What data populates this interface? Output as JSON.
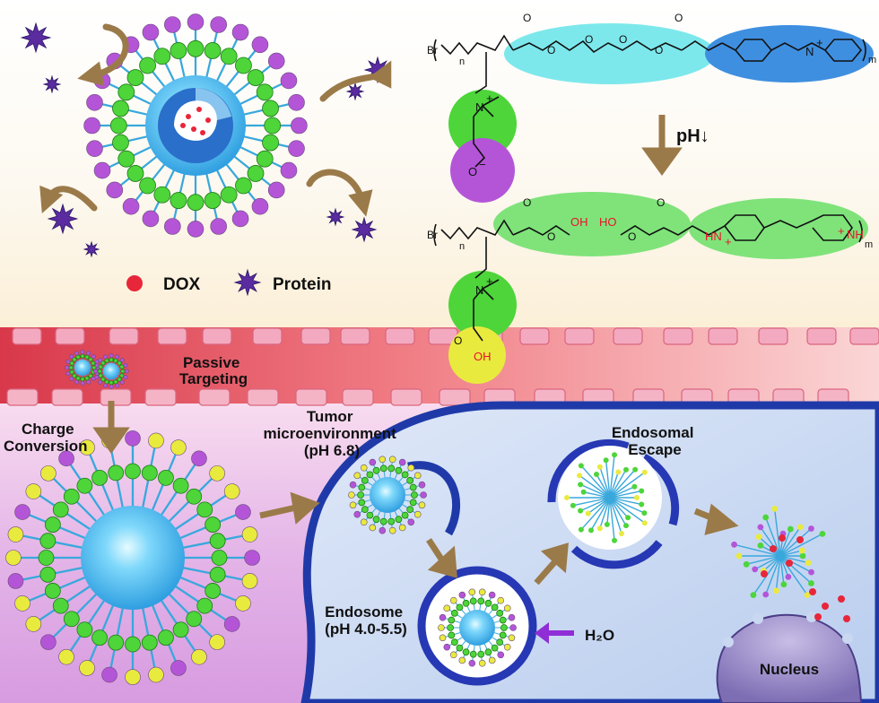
{
  "legend": {
    "dox_label": "DOX",
    "protein_label": "Protein",
    "dox_color": "#e8263a",
    "protein_color": "#5a2ca0"
  },
  "labels": {
    "passive_targeting": [
      "Passive",
      "Targeting"
    ],
    "charge_conversion": [
      "Charge",
      "Conversion"
    ],
    "tumor_microenvironment": [
      "Tumor",
      "microenvironment",
      "(pH 6.8)"
    ],
    "endosomal_escape": [
      "Endosomal",
      "Escape"
    ],
    "endosome": [
      "Endosome",
      "(pH 4.0-5.5)"
    ],
    "water": "H₂O",
    "nucleus": "Nucleus",
    "ph_arrow": "pH↓"
  },
  "chemistry": {
    "top": {
      "br": "Br",
      "n": "n",
      "m": "m",
      "quat_n": "N",
      "quat_charge": "+",
      "carboxylate": "O",
      "carboxylate_charge": "−",
      "piperidinium_n": "N",
      "piperidinium_charge": "+",
      "oxygens": [
        "O",
        "O",
        "O",
        "O",
        "O",
        "O"
      ]
    },
    "bottom": {
      "br": "Br",
      "n": "n",
      "m": "m",
      "oh_left": "OH",
      "ho_right": "HO",
      "hn_left": "HN",
      "nh_right": "NH",
      "plus": "+",
      "quat_n": "N",
      "quat_charge": "+",
      "acid_oh": "OH",
      "oxygens": [
        "O",
        "O",
        "O",
        "O",
        "O"
      ]
    }
  },
  "colors": {
    "cyan_oval": "#7de8ec",
    "blue_oval": "#3f8fe0",
    "green_oval": "#7fe37a",
    "green_circle": "#4dd53a",
    "purple_circle": "#b455d8",
    "yellow_circle": "#e9ea3e",
    "brown_arrow": "#9b7a49",
    "vessel_red": "#e05060",
    "cell_fill": "#c9d8f0",
    "nanoparticle_core": "#3fb4ee",
    "violet_arrow": "#8f2ed6"
  }
}
